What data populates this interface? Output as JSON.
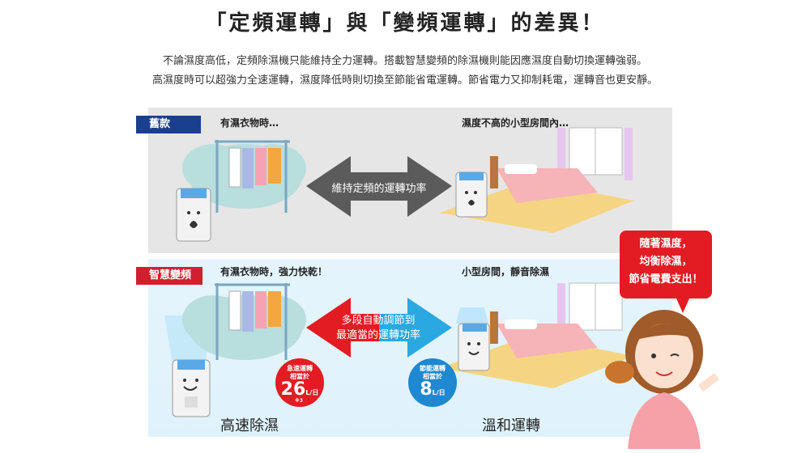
{
  "title": "「定頻運轉」與「變頻運轉」的差異！",
  "intro": {
    "line1": "不論濕度高低，定頻除濕機只能維持全力運轉。搭載智慧變頻的除濕機則能因應濕度自動切換運轉強弱。",
    "line2": "高濕度時可以超強力全速運轉，濕度降低時則切換至節能省電運轉。節省電力又抑制耗電，運轉音也更安靜。"
  },
  "old": {
    "tag": "舊款",
    "left_label": "有濕衣物時…",
    "right_label": "濕度不高的小型房間內…",
    "arrow_text": "維持定頻的運轉功率"
  },
  "new": {
    "tag": "智慧變頻",
    "left_label": "有濕衣物時，強力快乾！",
    "right_label": "小型房間，靜音除濕",
    "arrow_line1": "多段自動調節到",
    "arrow_line2": "最適當的運轉功率",
    "left_big": "高速除濕",
    "right_big": "溫和運轉",
    "badge_red": {
      "line1": "急速運轉",
      "line2": "相當於",
      "num": "26",
      "unit": "L/日",
      "note": "※3"
    },
    "badge_blue": {
      "line1": "節能運轉",
      "line2": "相當於",
      "num": "8",
      "unit": "L/日"
    }
  },
  "speech": {
    "line1": "隨著濕度，",
    "line2": "均衡除濕，",
    "line3": "節省電費支出！"
  },
  "colors": {
    "old_tag": "#1b3f8f",
    "new_tag": "#d0202d",
    "arrow_old": "#5b5b5b",
    "arrow_red": "#e31b23",
    "arrow_blue": "#2aa8e0",
    "speech_bg": "#e31b23"
  }
}
